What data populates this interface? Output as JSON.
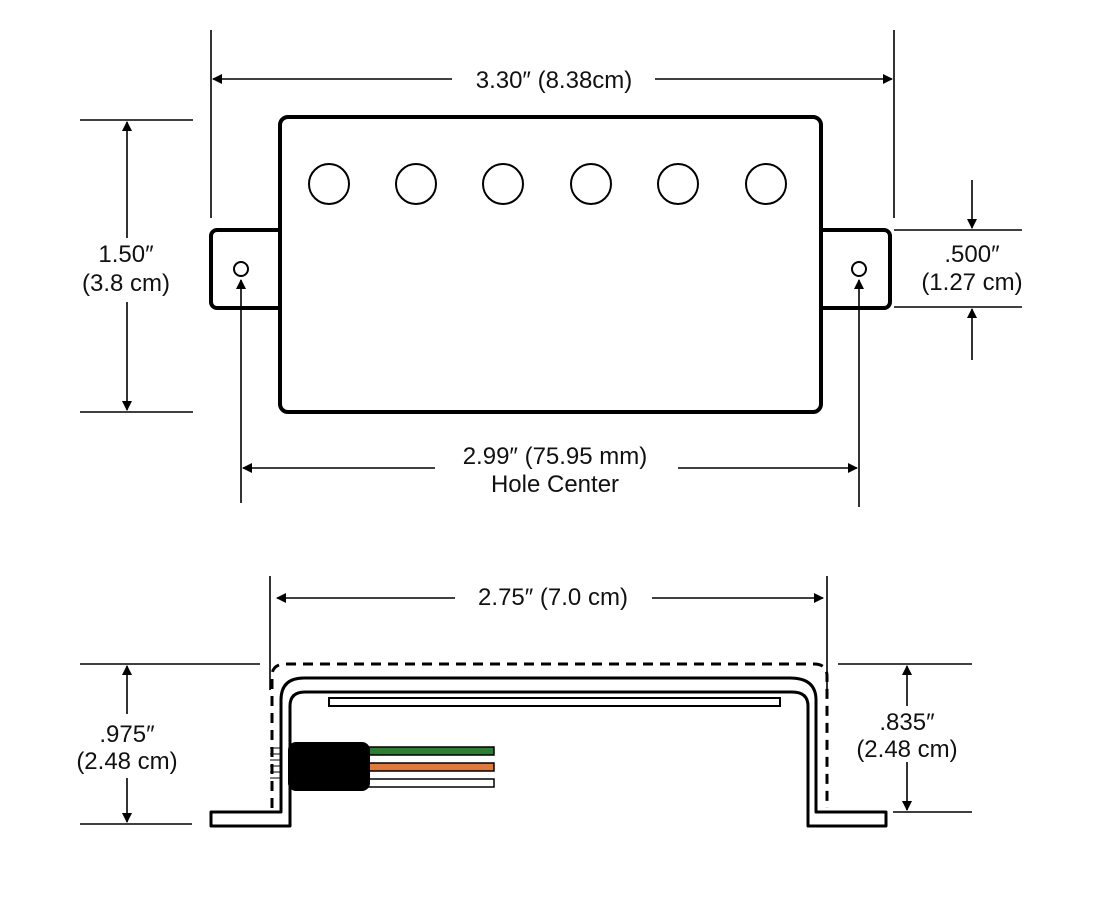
{
  "top_view": {
    "overall_length": "3.30″ (8.38cm)",
    "height_line1": "1.50″",
    "height_line2": "(3.8 cm)",
    "tab_line1": ".500″",
    "tab_line2": "(1.27 cm)",
    "hole_line1": "2.99″ (75.95 mm)",
    "hole_line2": "Hole Center"
  },
  "side_view": {
    "inner_length": "2.75″ (7.0 cm)",
    "left_height_line1": ".975″",
    "left_height_line2": "(2.48 cm)",
    "right_height_line1": ".835″",
    "right_height_line2": "(2.48 cm)"
  },
  "wire_colors": {
    "green": "#2e7d32",
    "orange": "#e07a3c",
    "white": "#ffffff",
    "cable": "#000000"
  }
}
